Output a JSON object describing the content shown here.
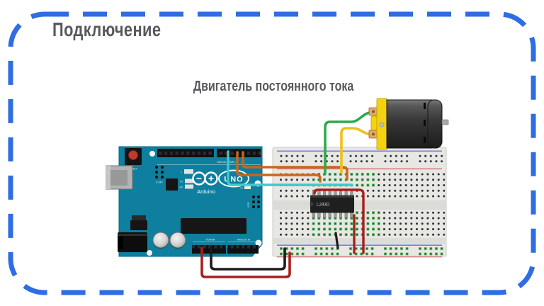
{
  "slide": {
    "title": "Подключение",
    "caption": "Двигатель постоянного тока"
  },
  "colors": {
    "border_blue": "#2e6de2",
    "text_gray": "#58595b",
    "arduino_teal": "#0e7f9e",
    "breadboard_body": "#e7e7e4",
    "wire_green": "#2fa84e",
    "wire_yellow": "#edc11d",
    "wire_orange": "#c9661c",
    "wire_cyan": "#41c8cc",
    "wire_red": "#a81e1e",
    "wire_black": "#1c1c1c",
    "motor_yellow": "#f4d20e"
  },
  "arduino": {
    "brand": "Arduino",
    "model": "UNO",
    "labels": {
      "reset": "RESET",
      "digital": "DIGITAL (PWM~)",
      "power": "POWER",
      "analog_in": "ANALOG IN",
      "icsp": "ICSP",
      "icsp2": "ICSP2",
      "tx": "TX",
      "rx": "RX",
      "led_l": "L",
      "on": "ON"
    }
  },
  "chip": {
    "label": "L293D"
  }
}
